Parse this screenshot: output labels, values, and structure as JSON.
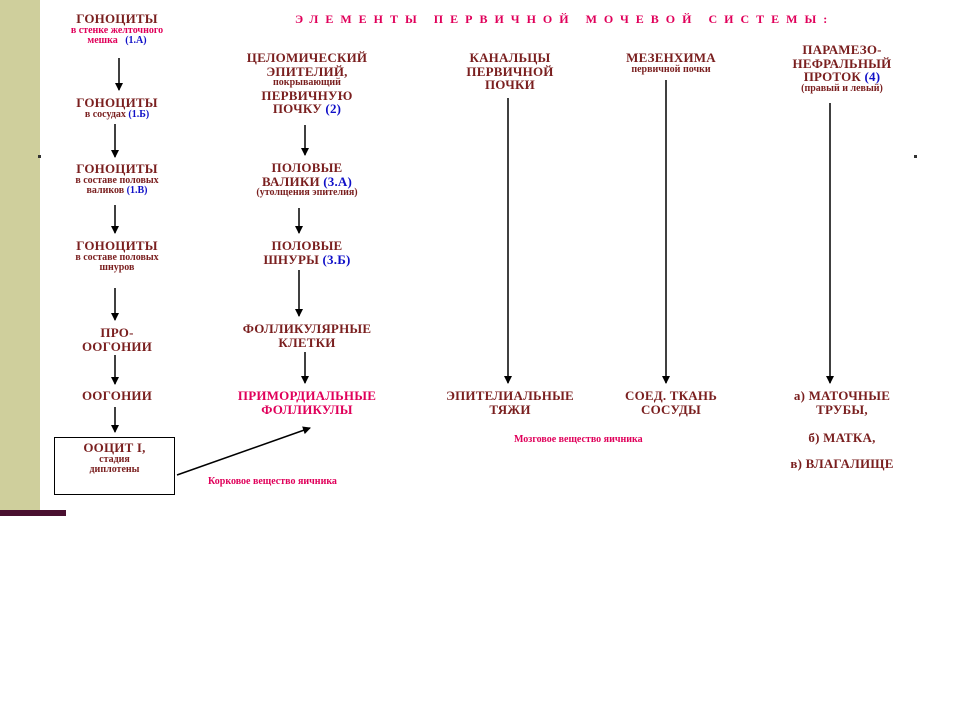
{
  "colors": {
    "maroon": "#7a1f1f",
    "blue": "#1010c8",
    "pink": "#e0005a",
    "sidebar": "#cfcf9c",
    "sidebar_bar": "#4a1030"
  },
  "header": "ЭЛЕМЕНТЫ ПЕРВИЧНОЙ МОЧЕВОЙ СИСТЕМЫ:",
  "col1": {
    "n1_title": "ГОНОЦИТЫ",
    "n1_sub_a": "в стенке желточного",
    "n1_sub_b": "мешка",
    "n1_ref": "(1.А)",
    "n2_title": "ГОНОЦИТЫ",
    "n2_sub": "в сосудах",
    "n2_ref": "(1.Б)",
    "n3_title": "ГОНОЦИТЫ",
    "n3_sub_a": "в составе половых",
    "n3_sub_b": "валиков",
    "n3_ref": "(1.В)",
    "n4_title": "ГОНОЦИТЫ",
    "n4_sub_a": "в составе половых",
    "n4_sub_b": "шнуров",
    "n5_a": "ПРО-",
    "n5_b": "ООГОНИИ",
    "n6": "ООГОНИИ",
    "box_a": "ООЦИТ I,",
    "box_b": "стадия",
    "box_c": "диплотены"
  },
  "col2": {
    "n1_a": "ЦЕЛОМИЧЕСКИЙ",
    "n1_b": "ЭПИТЕЛИЙ,",
    "n1_c": "покрывающий",
    "n1_d": "ПЕРВИЧНУЮ",
    "n1_e": "ПОЧКУ",
    "n1_ref": "(2)",
    "n2_a": "ПОЛОВЫЕ",
    "n2_b": "ВАЛИКИ",
    "n2_ref": "(3.А)",
    "n2_c": "(утолщения эпителия)",
    "n3_a": "ПОЛОВЫЕ",
    "n3_b": "ШНУРЫ",
    "n3_ref": "(3.Б)",
    "n4_a": "ФОЛЛИКУЛЯРНЫЕ",
    "n4_b": "КЛЕТКИ",
    "n5_a": "ПРИМОРДИАЛЬНЫЕ",
    "n5_b": "ФОЛЛИКУЛЫ",
    "region": "Корковое вещество яичника"
  },
  "col3": {
    "top_a": "КАНАЛЬЦЫ",
    "top_b": "ПЕРВИЧНОЙ",
    "top_c": "ПОЧКИ",
    "bot_a": "ЭПИТЕЛИАЛЬНЫЕ",
    "bot_b": "ТЯЖИ"
  },
  "col4": {
    "top_a": "МЕЗЕНХИМА",
    "top_b": "первичной почки",
    "bot_a": "СОЕД. ТКАНЬ",
    "bot_b": "СОСУДЫ"
  },
  "col5": {
    "top_a": "ПАРАМЕЗО-",
    "top_b": "НЕФРАЛЬНЫЙ",
    "top_c": "ПРОТОК",
    "top_ref": "(4)",
    "top_d": "(правый и левый)",
    "bot_a": "а) МАТОЧНЫЕ",
    "bot_b": "ТРУБЫ,",
    "bot_c": "б) МАТКА,",
    "bot_d": "в) ВЛАГАЛИЩЕ"
  },
  "medulla": "Мозговое вещество яичника"
}
